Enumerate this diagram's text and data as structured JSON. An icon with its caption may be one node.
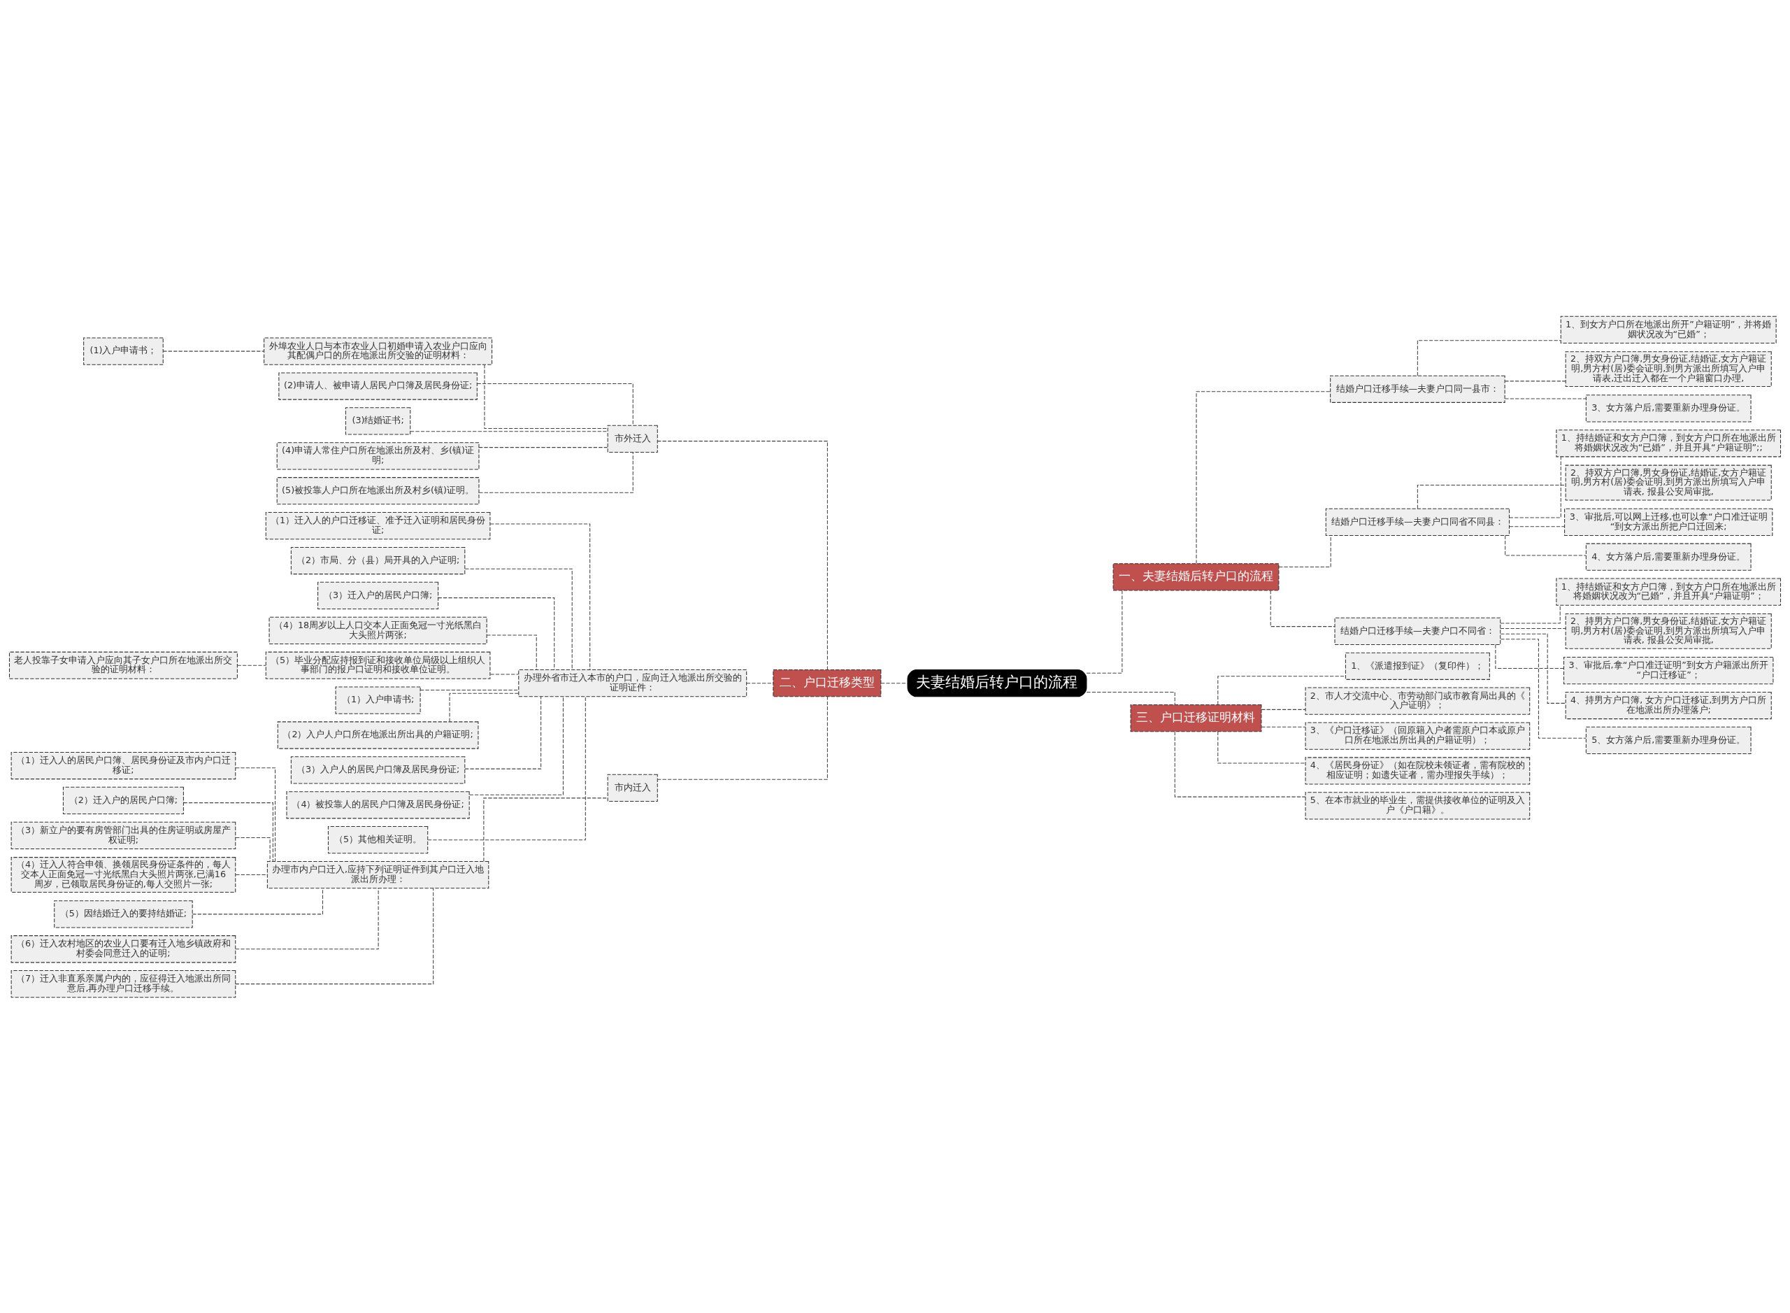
{
  "diagram": {
    "nodes": [
      {
        "text": [
          "夫妻结婚后转户口的流程"
        ]
      },
      {
        "text": [
          "一、夫妻结婚后转户口的流程"
        ]
      },
      {
        "text": [
          "结婚户口迁移手续—夫妻户口同一县市："
        ]
      },
      {
        "text": [
          "1、到女方户口所在地派出所开”户籍证明”，并将婚姻状况改为“已婚”；"
        ]
      },
      {
        "text": [
          "2、持双方户口簿,男女身份证,结婚证,女方户籍证明,男方村(居)委会证明,到男方派出所填写入户申请表,迁出迁入都在一个户籍窗口办理,"
        ]
      },
      {
        "text": [
          "3、女方落户后,需要重新办理身份证。"
        ]
      },
      {
        "text": [
          "结婚户口迁移手续—夫妻户口同省不同县："
        ]
      },
      {
        "text": [
          "1、持结婚证和女方户口簿，到女方户口所在地派出所将婚姻状况改为“已婚”，并且开具“户籍证明”;;"
        ]
      },
      {
        "text": [
          "2、持双方户口簿,男女身份证,结婚证,女方户籍证明,男方村(居)委会证明,到男方派出所填写入户申请表, 报县公安局审批,"
        ]
      },
      {
        "text": [
          "3、审批后,可以网上迁移,也可以拿“户口准迁证明“到女方派出所把户口迁回来;"
        ]
      },
      {
        "text": [
          "4、女方落户后,需要重新办理身份证。"
        ]
      },
      {
        "text": [
          "结婚户口迁移手续—夫妻户口不同省："
        ]
      },
      {
        "text": [
          "1、持结婚证和女方户口簿，到女方户口所在地派出所将婚姻状况改为“已婚”，并且开具“户籍证明”；"
        ]
      },
      {
        "text": [
          "2、持男方户口簿,男女身份证,结婚证,女方户籍证明,男方村(居)委会证明,到男方派出所填写入户申请表, 报县公安局审批,"
        ]
      },
      {
        "text": [
          "3、审批后,拿“户口准迁证明”到女方户籍派出所开“户口迁移证”；"
        ]
      },
      {
        "text": [
          "4、持男方户口簿, 女方户口迁移证,到男方户口所在地派出所办理落户;"
        ]
      },
      {
        "text": [
          "5、女方落户后,需要重新办理身份证。"
        ]
      },
      {
        "text": [
          "三、户口迁移证明材料"
        ]
      },
      {
        "text": [
          "1、《派遣报到证》（复印件）；"
        ]
      },
      {
        "text": [
          "2、市人才交流中心、市劳动部门或市教育局出具的《入户证明》；"
        ]
      },
      {
        "text": [
          "3、《户口迁移证》（回原籍入户者需原户口本或原户口所在地派出所出具的户籍证明）；"
        ]
      },
      {
        "text": [
          "4、《居民身份证》（如在院校未领证者，需有院校的相应证明；如遗失证者，需办理报失手续）；"
        ]
      },
      {
        "text": [
          "5、在本市就业的毕业生，需提供接收单位的证明及入户《户口籍》。"
        ]
      },
      {
        "text": [
          "二、户口迁移类型"
        ]
      },
      {
        "text": [
          "市外迁入"
        ]
      },
      {
        "text": [
          "外埠农业人口与本市农业人口初婚申请入农业户口应向其配偶户口的所在地派出所交验的证明材料："
        ]
      },
      {
        "text": [
          "(1)入户申请书；"
        ]
      },
      {
        "text": [
          "(2)申请人、被申请人居民户口簿及居民身份证;"
        ]
      },
      {
        "text": [
          "(3)结婚证书;"
        ]
      },
      {
        "text": [
          "(4)申请人常住户口所在地派出所及村、乡(镇)证明;"
        ]
      },
      {
        "text": [
          "(5)被投靠人户口所在地派出所及村乡(镇)证明。"
        ]
      },
      {
        "text": [
          "办理外省市迁入本市的户口，应向迁入地派出所交验的证明证件："
        ]
      },
      {
        "text": [
          "（1）迁入人的户口迁移证、准予迁入证明和居民身份证;"
        ]
      },
      {
        "text": [
          "（2）市局、分（县）局开具的入户证明;"
        ]
      },
      {
        "text": [
          "（3）迁入户的居民户口簿;"
        ]
      },
      {
        "text": [
          "（4）18周岁以上人口交本人正面免冠一寸光纸黑白大头照片两张;"
        ]
      },
      {
        "text": [
          "（5）毕业分配应持报到证和接收单位局级以上组织人事部门的报户口证明和接收单位证明。"
        ]
      },
      {
        "text": [
          "老人投靠子女申请入户应向其子女户口所在地派出所交验的证明材料："
        ]
      },
      {
        "text": [
          "（1）入户申请书;"
        ]
      },
      {
        "text": [
          "（2）入户人户口所在地派出所出具的户籍证明;"
        ]
      },
      {
        "text": [
          "（3）入户人的居民户口簿及居民身份证;"
        ]
      },
      {
        "text": [
          "（4）被投靠人的居民户口簿及居民身份证;"
        ]
      },
      {
        "text": [
          "（5）其他相关证明。"
        ]
      },
      {
        "text": [
          "市内迁入"
        ]
      },
      {
        "text": [
          "办理市内户口迁入,应持下列证明证件到其户口迁入地派出所办理："
        ]
      },
      {
        "text": [
          "（1）迁入人的居民户口簿、居民身份证及市内户口迁移证;"
        ]
      },
      {
        "text": [
          "（2）迁入户的居民户口簿;"
        ]
      },
      {
        "text": [
          "（3）新立户的要有房管部门出具的住房证明或房屋产权证明;"
        ]
      },
      {
        "text": [
          "（4）迁入人符合申领、换领居民身份证条件的，每人交本人正面免冠一寸光纸黑白大头照片两张,已满16周岁，已领取居民身份证的,每人交照片一张;"
        ]
      },
      {
        "text": [
          "（5）因结婚迁入的要持结婚证;"
        ]
      },
      {
        "text": [
          "（6）迁入农村地区的农业人口要有迁入地乡镇政府和村委会同意迁入的证明;"
        ]
      },
      {
        "text": [
          "（7）迁入非直系亲属户内的，应征得迁入地派出所同意后,再办理户口迁移手续。"
        ]
      }
    ],
    "edges": [
      {
        "from": 0,
        "to": 1,
        "arrow": "none",
        "style": "dashed"
      },
      {
        "from": 1,
        "to": 2,
        "arrow": "none",
        "style": "dashed"
      },
      {
        "from": 2,
        "to": 3,
        "arrow": "none",
        "style": "dashed"
      },
      {
        "from": 2,
        "to": 4,
        "arrow": "none",
        "style": "dashed"
      },
      {
        "from": 2,
        "to": 5,
        "arrow": "none",
        "style": "dashed"
      },
      {
        "from": 1,
        "to": 6,
        "arrow": "none",
        "style": "dashed"
      },
      {
        "from": 6,
        "to": 7,
        "arrow": "none",
        "style": "dashed"
      },
      {
        "from": 6,
        "to": 8,
        "arrow": "none",
        "style": "dashed"
      },
      {
        "from": 6,
        "to": 9,
        "arrow": "none",
        "style": "dashed"
      },
      {
        "from": 6,
        "to": 10,
        "arrow": "none",
        "style": "dashed"
      },
      {
        "from": 1,
        "to": 11,
        "arrow": "none",
        "style": "dashed"
      },
      {
        "from": 11,
        "to": 12,
        "arrow": "none",
        "style": "dashed"
      },
      {
        "from": 11,
        "to": 13,
        "arrow": "none",
        "style": "dashed"
      },
      {
        "from": 11,
        "to": 14,
        "arrow": "none",
        "style": "dashed"
      },
      {
        "from": 11,
        "to": 15,
        "arrow": "none",
        "style": "dashed"
      },
      {
        "from": 11,
        "to": 16,
        "arrow": "none",
        "style": "dashed"
      },
      {
        "from": 0,
        "to": 17,
        "arrow": "none",
        "style": "dashed"
      },
      {
        "from": 17,
        "to": 18,
        "arrow": "none",
        "style": "dashed"
      },
      {
        "from": 17,
        "to": 19,
        "arrow": "none",
        "style": "dashed"
      },
      {
        "from": 17,
        "to": 20,
        "arrow": "none",
        "style": "dashed"
      },
      {
        "from": 17,
        "to": 21,
        "arrow": "none",
        "style": "dashed"
      },
      {
        "from": 17,
        "to": 22,
        "arrow": "none",
        "style": "dashed"
      },
      {
        "from": 0,
        "to": 23,
        "arrow": "none",
        "style": "dashed"
      },
      {
        "from": 23,
        "to": 24,
        "arrow": "none",
        "style": "dashed"
      },
      {
        "from": 24,
        "to": 25,
        "arrow": "none",
        "style": "dashed"
      },
      {
        "from": 25,
        "to": 26,
        "arrow": "none",
        "style": "dashed"
      },
      {
        "from": 24,
        "to": 27,
        "arrow": "none",
        "style": "dashed"
      },
      {
        "from": 24,
        "to": 28,
        "arrow": "none",
        "style": "dashed"
      },
      {
        "from": 24,
        "to": 29,
        "arrow": "none",
        "style": "dashed"
      },
      {
        "from": 24,
        "to": 30,
        "arrow": "none",
        "style": "dashed"
      },
      {
        "from": 23,
        "to": 31,
        "arrow": "none",
        "style": "dashed"
      },
      {
        "from": 31,
        "to": 32,
        "arrow": "none",
        "style": "dashed"
      },
      {
        "from": 31,
        "to": 33,
        "arrow": "none",
        "style": "dashed"
      },
      {
        "from": 31,
        "to": 34,
        "arrow": "none",
        "style": "dashed"
      },
      {
        "from": 31,
        "to": 35,
        "arrow": "none",
        "style": "dashed"
      },
      {
        "from": 31,
        "to": 36,
        "arrow": "none",
        "style": "dashed"
      },
      {
        "from": 36,
        "to": 37,
        "arrow": "none",
        "style": "dashed"
      },
      {
        "from": 31,
        "to": 38,
        "arrow": "none",
        "style": "dashed"
      },
      {
        "from": 31,
        "to": 39,
        "arrow": "none",
        "style": "dashed"
      },
      {
        "from": 31,
        "to": 40,
        "arrow": "none",
        "style": "dashed"
      },
      {
        "from": 31,
        "to": 41,
        "arrow": "none",
        "style": "dashed"
      },
      {
        "from": 31,
        "to": 42,
        "arrow": "none",
        "style": "dashed"
      },
      {
        "from": 23,
        "to": 43,
        "arrow": "none",
        "style": "dashed"
      },
      {
        "from": 43,
        "to": 44,
        "arrow": "none",
        "style": "dashed"
      },
      {
        "from": 44,
        "to": 45,
        "arrow": "none",
        "style": "dashed"
      },
      {
        "from": 44,
        "to": 46,
        "arrow": "none",
        "style": "dashed"
      },
      {
        "from": 44,
        "to": 47,
        "arrow": "none",
        "style": "dashed"
      },
      {
        "from": 44,
        "to": 48,
        "arrow": "none",
        "style": "dashed"
      },
      {
        "from": 44,
        "to": 49,
        "arrow": "none",
        "style": "dashed"
      },
      {
        "from": 44,
        "to": 50,
        "arrow": "none",
        "style": "dashed"
      },
      {
        "from": 44,
        "to": 51,
        "arrow": "none",
        "style": "dashed"
      }
    ]
  }
}
